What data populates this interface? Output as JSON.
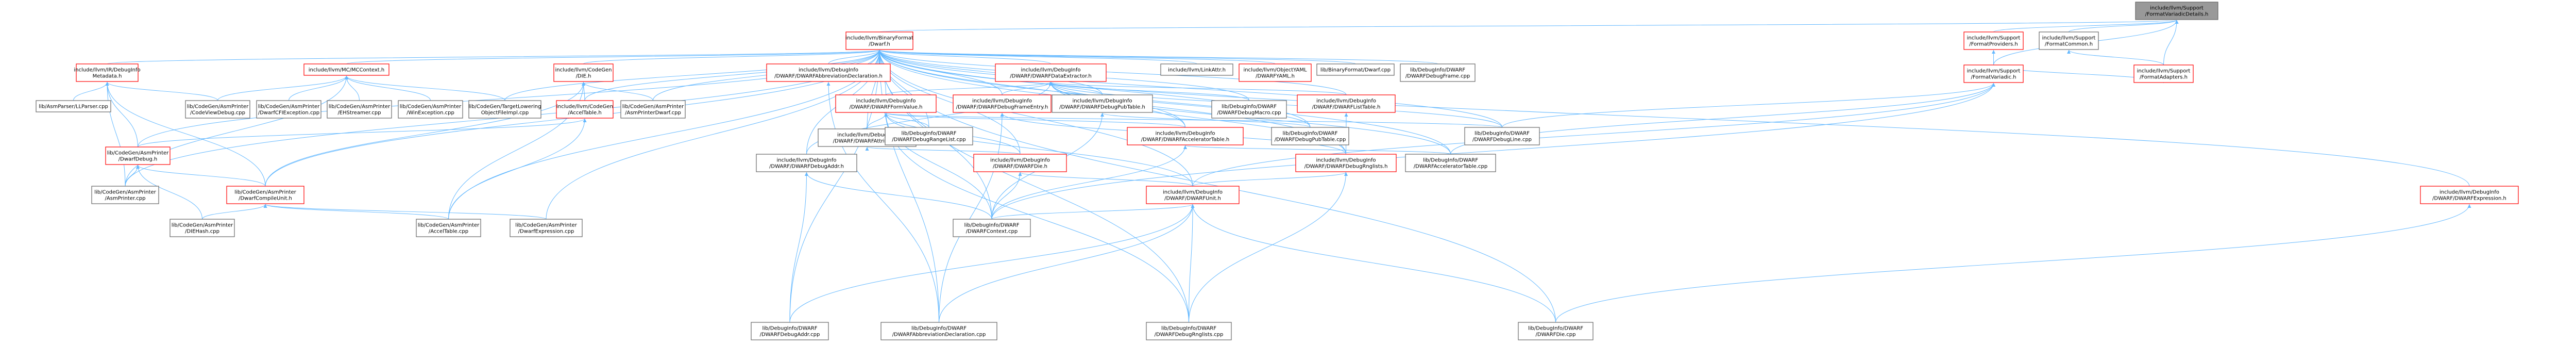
{
  "colors": {
    "root_fill": "#999999",
    "node_fill": "#ffffff",
    "header_border": "#ff0000",
    "source_border": "#666666",
    "edge_default": "#63b8ff",
    "edge_orange": "#ffa500",
    "edge_green": "#90ee90"
  },
  "nodes": [
    {
      "id": "root",
      "kind": "root",
      "lines": [
        "include/llvm/Support",
        "/FormatVariadicDetails.h"
      ]
    },
    {
      "id": "binfmt_dwarf_h",
      "kind": "header",
      "lines": [
        "include/llvm/BinaryFormat",
        "/Dwarf.h"
      ]
    },
    {
      "id": "fmt_providers",
      "kind": "header",
      "lines": [
        "include/llvm/Support",
        "/FormatProviders.h"
      ]
    },
    {
      "id": "fmt_common",
      "kind": "source",
      "lines": [
        "include/llvm/Support",
        "/FormatCommon.h"
      ]
    },
    {
      "id": "fmt_variadic",
      "kind": "header",
      "lines": [
        "include/llvm/Support",
        "/FormatVariadic.h"
      ]
    },
    {
      "id": "fmt_adapters",
      "kind": "header",
      "lines": [
        "include/llvm/Support",
        "/FormatAdapters.h"
      ]
    },
    {
      "id": "dbg_metadata",
      "kind": "header",
      "lines": [
        "include/llvm/IR/DebugInfo",
        "Metadata.h"
      ]
    },
    {
      "id": "mccontext",
      "kind": "header",
      "lines": [
        "include/llvm/MC/MCContext.h"
      ]
    },
    {
      "id": "codegen_die",
      "kind": "header",
      "lines": [
        "include/llvm/CodeGen",
        "/DIE.h"
      ]
    },
    {
      "id": "accel_table_h",
      "kind": "header",
      "lines": [
        "include/llvm/CodeGen",
        "/AccelTable.h"
      ]
    },
    {
      "id": "abbrev_decl_h",
      "kind": "header",
      "lines": [
        "include/llvm/DebugInfo",
        "/DWARF/DWARFAbbreviationDeclaration.h"
      ]
    },
    {
      "id": "data_extractor_h",
      "kind": "header",
      "lines": [
        "include/llvm/DebugInfo",
        "/DWARF/DWARFDataExtractor.h"
      ]
    },
    {
      "id": "form_value_h",
      "kind": "header",
      "lines": [
        "include/llvm/DebugInfo",
        "/DWARF/DWARFFormValue.h"
      ]
    },
    {
      "id": "dbg_frame_entry_h",
      "kind": "header",
      "lines": [
        "include/llvm/DebugInfo",
        "/DWARF/DWARFDebugFrameEntry.h"
      ]
    },
    {
      "id": "dbg_pubtable_h",
      "kind": "source",
      "lines": [
        "include/llvm/DebugInfo",
        "/DWARF/DWARFDebugPubTable.h"
      ]
    },
    {
      "id": "list_table_h",
      "kind": "header",
      "lines": [
        "include/llvm/DebugInfo",
        "/DWARF/DWARFListTable.h"
      ]
    },
    {
      "id": "accel_tbl_dwarf_h",
      "kind": "header",
      "lines": [
        "include/llvm/DebugInfo",
        "/DWARF/DWARFAcceleratorTable.h"
      ]
    },
    {
      "id": "dwarf_attribute_h",
      "kind": "source",
      "lines": [
        "include/llvm/DebugInfo",
        "/DWARF/DWARFAttribute.h"
      ]
    },
    {
      "id": "dwarf_die_h",
      "kind": "header",
      "lines": [
        "include/llvm/DebugInfo",
        "/DWARF/DWARFDie.h"
      ]
    },
    {
      "id": "dbg_rnglists_h",
      "kind": "header",
      "lines": [
        "include/llvm/DebugInfo",
        "/DWARF/DWARFDebugRnglists.h"
      ]
    },
    {
      "id": "dwarf_unit_h",
      "kind": "header",
      "lines": [
        "include/llvm/DebugInfo",
        "/DWARF/DWARFUnit.h"
      ]
    },
    {
      "id": "dbg_addr_h",
      "kind": "source",
      "lines": [
        "include/llvm/DebugInfo",
        "/DWARF/DWARFDebugAddr.h"
      ]
    },
    {
      "id": "link_attr",
      "kind": "source",
      "lines": [
        "include/llvm/LinkAttr.h"
      ]
    },
    {
      "id": "objyaml_dwarf",
      "kind": "header",
      "lines": [
        "include/llvm/ObjectYAML",
        "/DWARFYAML.h"
      ]
    },
    {
      "id": "binfmt_dwarf_cpp",
      "kind": "source",
      "lines": [
        "lib/BinaryFormat/Dwarf.cpp"
      ]
    },
    {
      "id": "dbg_frame_cpp",
      "kind": "source",
      "lines": [
        "lib/DebugInfo/DWARF",
        "/DWARFDebugFrame.cpp"
      ]
    },
    {
      "id": "dbg_expr_h",
      "kind": "header",
      "lines": [
        "include/llvm/DebugInfo",
        "/DWARF/DWARFExpression.h"
      ]
    },
    {
      "id": "asm_parser_ll",
      "kind": "source",
      "lines": [
        "lib/AsmParser/LLParser.cpp"
      ]
    },
    {
      "id": "cg_codeview",
      "kind": "source",
      "lines": [
        "lib/CodeGen/AsmPrinter",
        "/CodeViewDebug.cpp"
      ]
    },
    {
      "id": "cg_dwarfcfi",
      "kind": "source",
      "lines": [
        "lib/CodeGen/AsmPrinter",
        "/DwarfCFIException.cpp"
      ]
    },
    {
      "id": "cg_ehstreamer",
      "kind": "source",
      "lines": [
        "lib/CodeGen/AsmPrinter",
        "/EHStreamer.cpp"
      ]
    },
    {
      "id": "cg_winexc",
      "kind": "source",
      "lines": [
        "lib/CodeGen/AsmPrinter",
        "/WinException.cpp"
      ]
    },
    {
      "id": "cg_target_lowering",
      "kind": "source",
      "lines": [
        "lib/CodeGen/TargetLowering",
        "ObjectFileImpl.cpp"
      ]
    },
    {
      "id": "cg_asmprinter_dwarf",
      "kind": "source",
      "lines": [
        "lib/CodeGen/AsmPrinter",
        "/AsmPrinterDwarf.cpp"
      ]
    },
    {
      "id": "dbg_macro_cpp",
      "kind": "source",
      "lines": [
        "lib/DebugInfo/DWARF",
        "/DWARFDebugMacro.cpp"
      ]
    },
    {
      "id": "dbg_pubtable_cpp",
      "kind": "source",
      "lines": [
        "lib/DebugInfo/DWARF",
        "/DWARFDebugPubTable.cpp"
      ]
    },
    {
      "id": "dbg_line_cpp",
      "kind": "source",
      "lines": [
        "lib/DebugInfo/DWARF",
        "/DWARFDebugLine.cpp"
      ]
    },
    {
      "id": "accel_tbl_cpp",
      "kind": "source",
      "lines": [
        "lib/DebugInfo/DWARF",
        "/DWARFAcceleratorTable.cpp"
      ]
    },
    {
      "id": "dwarf_debug_h",
      "kind": "header",
      "lines": [
        "lib/CodeGen/AsmPrinter",
        "/DwarfDebug.h"
      ]
    },
    {
      "id": "dwarf_cu_h",
      "kind": "header",
      "lines": [
        "lib/CodeGen/AsmPrinter",
        "/DwarfCompileUnit.h"
      ]
    },
    {
      "id": "asmprinter_cpp",
      "kind": "source",
      "lines": [
        "lib/CodeGen/AsmPrinter",
        "/AsmPrinter.cpp"
      ]
    },
    {
      "id": "diehash_cpp",
      "kind": "source",
      "lines": [
        "lib/CodeGen/AsmPrinter",
        "/DIEHash.cpp"
      ]
    },
    {
      "id": "cg_accel_cpp",
      "kind": "source",
      "lines": [
        "lib/CodeGen/AsmPrinter",
        "/AccelTable.cpp"
      ]
    },
    {
      "id": "dwarf_expr_cpp",
      "kind": "source",
      "lines": [
        "lib/CodeGen/AsmPrinter",
        "/DwarfExpression.cpp"
      ]
    },
    {
      "id": "dbg_rangelist_cpp",
      "kind": "source",
      "lines": [
        "lib/DebugInfo/DWARF",
        "/DWARFDebugRangeList.cpp"
      ]
    },
    {
      "id": "dwarf_context_cpp",
      "kind": "source",
      "lines": [
        "lib/DebugInfo/DWARF",
        "/DWARFContext.cpp"
      ]
    },
    {
      "id": "dbg_addr_cpp",
      "kind": "source",
      "lines": [
        "lib/DebugInfo/DWARF",
        "/DWARFDebugAddr.cpp"
      ]
    },
    {
      "id": "abbrev_decl_cpp",
      "kind": "source",
      "lines": [
        "lib/DebugInfo/DWARF",
        "/DWARFAbbreviationDeclaration.cpp"
      ]
    },
    {
      "id": "dbg_rnglists_cpp",
      "kind": "source",
      "lines": [
        "lib/DebugInfo/DWARF",
        "/DWARFDebugRnglists.cpp"
      ]
    },
    {
      "id": "dwarf_die_cpp",
      "kind": "source",
      "lines": [
        "lib/DebugInfo/DWARF",
        "/DWARFDie.cpp"
      ]
    }
  ],
  "edges": [
    {
      "from": "root",
      "to": "binfmt_dwarf_h",
      "color": "default"
    },
    {
      "from": "root",
      "to": "fmt_providers",
      "color": "default"
    },
    {
      "from": "root",
      "to": "fmt_common",
      "color": "default"
    },
    {
      "from": "root",
      "to": "fmt_variadic",
      "color": "default"
    },
    {
      "from": "root",
      "to": "fmt_adapters",
      "color": "default"
    },
    {
      "from": "fmt_providers",
      "to": "fmt_variadic",
      "color": "default"
    },
    {
      "from": "fmt_common",
      "to": "fmt_adapters",
      "color": "default"
    },
    {
      "from": "fmt_adapters",
      "to": "fmt_variadic",
      "color": "default"
    },
    {
      "from": "fmt_variadic",
      "to": "dbg_line_cpp",
      "color": "default"
    },
    {
      "from": "fmt_variadic",
      "to": "accel_tbl_cpp",
      "color": "default"
    },
    {
      "from": "fmt_variadic",
      "to": "dwarf_unit_h",
      "color": "default"
    },
    {
      "from": "fmt_variadic",
      "to": "dwarf_context_cpp",
      "color": "default"
    },
    {
      "from": "binfmt_dwarf_h",
      "to": "dbg_metadata",
      "color": "default"
    },
    {
      "from": "binfmt_dwarf_h",
      "to": "mccontext",
      "color": "default"
    },
    {
      "from": "binfmt_dwarf_h",
      "to": "codegen_die",
      "color": "default"
    },
    {
      "from": "binfmt_dwarf_h",
      "to": "accel_table_h",
      "color": "default"
    },
    {
      "from": "binfmt_dwarf_h",
      "to": "abbrev_decl_h",
      "color": "default"
    },
    {
      "from": "binfmt_dwarf_h",
      "to": "data_extractor_h",
      "color": "default"
    },
    {
      "from": "binfmt_dwarf_h",
      "to": "form_value_h",
      "color": "default"
    },
    {
      "from": "binfmt_dwarf_h",
      "to": "dbg_frame_entry_h",
      "color": "default"
    },
    {
      "from": "binfmt_dwarf_h",
      "to": "dbg_pubtable_h",
      "color": "default"
    },
    {
      "from": "binfmt_dwarf_h",
      "to": "list_table_h",
      "color": "default"
    },
    {
      "from": "binfmt_dwarf_h",
      "to": "accel_tbl_dwarf_h",
      "color": "default"
    },
    {
      "from": "binfmt_dwarf_h",
      "to": "dwarf_attribute_h",
      "color": "default"
    },
    {
      "from": "binfmt_dwarf_h",
      "to": "dwarf_die_h",
      "color": "default"
    },
    {
      "from": "binfmt_dwarf_h",
      "to": "dbg_rnglists_h",
      "color": "default"
    },
    {
      "from": "binfmt_dwarf_h",
      "to": "dwarf_unit_h",
      "color": "default"
    },
    {
      "from": "binfmt_dwarf_h",
      "to": "dbg_addr_h",
      "color": "default"
    },
    {
      "from": "binfmt_dwarf_h",
      "to": "link_attr",
      "color": "default"
    },
    {
      "from": "binfmt_dwarf_h",
      "to": "objyaml_dwarf",
      "color": "default"
    },
    {
      "from": "binfmt_dwarf_h",
      "to": "binfmt_dwarf_cpp",
      "color": "default"
    },
    {
      "from": "binfmt_dwarf_h",
      "to": "dbg_frame_cpp",
      "color": "default"
    },
    {
      "from": "binfmt_dwarf_h",
      "to": "dbg_expr_h",
      "color": "default"
    },
    {
      "from": "binfmt_dwarf_h",
      "to": "cg_target_lowering",
      "color": "default"
    },
    {
      "from": "binfmt_dwarf_h",
      "to": "cg_asmprinter_dwarf",
      "color": "default"
    },
    {
      "from": "binfmt_dwarf_h",
      "to": "dwarf_debug_h",
      "color": "default"
    },
    {
      "from": "binfmt_dwarf_h",
      "to": "dwarf_cu_h",
      "color": "default"
    },
    {
      "from": "binfmt_dwarf_h",
      "to": "asmprinter_cpp",
      "color": "default"
    },
    {
      "from": "binfmt_dwarf_h",
      "to": "cg_accel_cpp",
      "color": "default"
    },
    {
      "from": "binfmt_dwarf_h",
      "to": "dwarf_expr_cpp",
      "color": "default"
    },
    {
      "from": "binfmt_dwarf_h",
      "to": "dbg_rangelist_cpp",
      "color": "default"
    },
    {
      "from": "binfmt_dwarf_h",
      "to": "dwarf_context_cpp",
      "color": "default"
    },
    {
      "from": "binfmt_dwarf_h",
      "to": "dbg_macro_cpp",
      "color": "default"
    },
    {
      "from": "binfmt_dwarf_h",
      "to": "dbg_pubtable_cpp",
      "color": "default"
    },
    {
      "from": "binfmt_dwarf_h",
      "to": "dbg_line_cpp",
      "color": "default"
    },
    {
      "from": "binfmt_dwarf_h",
      "to": "accel_tbl_cpp",
      "color": "default"
    },
    {
      "from": "binfmt_dwarf_h",
      "to": "abbrev_decl_cpp",
      "color": "default"
    },
    {
      "from": "binfmt_dwarf_h",
      "to": "dwarf_die_cpp",
      "color": "default"
    },
    {
      "from": "binfmt_dwarf_h",
      "to": "dbg_rnglists_cpp",
      "color": "default"
    },
    {
      "from": "binfmt_dwarf_h",
      "to": "dbg_addr_cpp",
      "color": "default"
    },
    {
      "from": "dbg_metadata",
      "to": "asm_parser_ll",
      "color": "default"
    },
    {
      "from": "dbg_metadata",
      "to": "cg_codeview",
      "color": "default"
    },
    {
      "from": "dbg_metadata",
      "to": "dwarf_debug_h",
      "color": "default"
    },
    {
      "from": "dbg_metadata",
      "to": "dwarf_cu_h",
      "color": "default"
    },
    {
      "from": "dbg_metadata",
      "to": "asmprinter_cpp",
      "color": "default"
    },
    {
      "from": "mccontext",
      "to": "cg_codeview",
      "color": "default"
    },
    {
      "from": "mccontext",
      "to": "cg_dwarfcfi",
      "color": "default"
    },
    {
      "from": "mccontext",
      "to": "cg_ehstreamer",
      "color": "default"
    },
    {
      "from": "mccontext",
      "to": "cg_winexc",
      "color": "default"
    },
    {
      "from": "mccontext",
      "to": "cg_target_lowering",
      "color": "default"
    },
    {
      "from": "mccontext",
      "to": "asmprinter_cpp",
      "color": "default"
    },
    {
      "from": "codegen_die",
      "to": "accel_table_h",
      "color": "default"
    },
    {
      "from": "codegen_die",
      "to": "cg_asmprinter_dwarf",
      "color": "default"
    },
    {
      "from": "codegen_die",
      "to": "dwarf_cu_h",
      "color": "default"
    },
    {
      "from": "codegen_die",
      "to": "cg_accel_cpp",
      "color": "default"
    },
    {
      "from": "accel_table_h",
      "to": "dwarf_debug_h",
      "color": "default"
    },
    {
      "from": "accel_table_h",
      "to": "cg_accel_cpp",
      "color": "default"
    },
    {
      "from": "abbrev_decl_h",
      "to": "abbrev_decl_cpp",
      "color": "default"
    },
    {
      "from": "data_extractor_h",
      "to": "form_value_h",
      "color": "default"
    },
    {
      "from": "data_extractor_h",
      "to": "dbg_frame_entry_h",
      "color": "default"
    },
    {
      "from": "data_extractor_h",
      "to": "dbg_pubtable_h",
      "color": "default"
    },
    {
      "from": "data_extractor_h",
      "to": "list_table_h",
      "color": "default"
    },
    {
      "from": "data_extractor_h",
      "to": "dbg_macro_cpp",
      "color": "default"
    },
    {
      "from": "data_extractor_h",
      "to": "dbg_pubtable_cpp",
      "color": "default"
    },
    {
      "from": "data_extractor_h",
      "to": "dbg_line_cpp",
      "color": "default"
    },
    {
      "from": "data_extractor_h",
      "to": "accel_tbl_cpp",
      "color": "default"
    },
    {
      "from": "data_extractor_h",
      "to": "dbg_rnglists_h",
      "color": "default"
    },
    {
      "from": "data_extractor_h",
      "to": "dbg_addr_h",
      "color": "default"
    },
    {
      "from": "data_extractor_h",
      "to": "accel_tbl_dwarf_h",
      "color": "default"
    },
    {
      "from": "form_value_h",
      "to": "dwarf_attribute_h",
      "color": "default"
    },
    {
      "from": "form_value_h",
      "to": "accel_tbl_dwarf_h",
      "color": "default"
    },
    {
      "from": "form_value_h",
      "to": "dwarf_die_h",
      "color": "default"
    },
    {
      "from": "form_value_h",
      "to": "dwarf_unit_h",
      "color": "default"
    },
    {
      "from": "form_value_h",
      "to": "dbg_rangelist_cpp",
      "color": "default"
    },
    {
      "from": "form_value_h",
      "to": "dwarf_context_cpp",
      "color": "default"
    },
    {
      "from": "form_value_h",
      "to": "dbg_rnglists_cpp",
      "color": "default"
    },
    {
      "from": "form_value_h",
      "to": "dbg_line_cpp",
      "color": "default"
    },
    {
      "from": "dbg_frame_entry_h",
      "to": "dbg_rnglists_h",
      "color": "default"
    },
    {
      "from": "dbg_frame_entry_h",
      "to": "abbrev_decl_cpp",
      "color": "default"
    },
    {
      "from": "dbg_pubtable_h",
      "to": "dwarf_context_cpp",
      "color": "default"
    },
    {
      "from": "dbg_pubtable_h",
      "to": "dbg_pubtable_cpp",
      "color": "default"
    },
    {
      "from": "list_table_h",
      "to": "dbg_rnglists_h",
      "color": "default"
    },
    {
      "from": "accel_tbl_dwarf_h",
      "to": "accel_tbl_cpp",
      "color": "default"
    },
    {
      "from": "accel_tbl_dwarf_h",
      "to": "dwarf_context_cpp",
      "color": "default"
    },
    {
      "from": "dwarf_attribute_h",
      "to": "dwarf_die_h",
      "color": "default"
    },
    {
      "from": "dwarf_die_h",
      "to": "dwarf_unit_h",
      "color": "default"
    },
    {
      "from": "dwarf_die_h",
      "to": "dwarf_context_cpp",
      "color": "default"
    },
    {
      "from": "dbg_rnglists_h",
      "to": "dwarf_unit_h",
      "color": "default"
    },
    {
      "from": "dbg_rnglists_h",
      "to": "dbg_rnglists_cpp",
      "color": "default"
    },
    {
      "from": "dwarf_unit_h",
      "to": "dwarf_context_cpp",
      "color": "default"
    },
    {
      "from": "dwarf_unit_h",
      "to": "dbg_addr_cpp",
      "color": "default"
    },
    {
      "from": "dwarf_unit_h",
      "to": "abbrev_decl_cpp",
      "color": "default"
    },
    {
      "from": "dwarf_unit_h",
      "to": "dbg_rnglists_cpp",
      "color": "default"
    },
    {
      "from": "dwarf_unit_h",
      "to": "dwarf_die_cpp",
      "color": "default"
    },
    {
      "from": "dbg_addr_h",
      "to": "dbg_addr_cpp",
      "color": "default"
    },
    {
      "from": "dbg_addr_h",
      "to": "dwarf_context_cpp",
      "color": "default"
    },
    {
      "from": "dbg_expr_h",
      "to": "dwarf_die_cpp",
      "color": "default"
    },
    {
      "from": "dwarf_debug_h",
      "to": "asmprinter_cpp",
      "color": "default"
    },
    {
      "from": "dwarf_debug_h",
      "to": "diehash_cpp",
      "color": "default"
    },
    {
      "from": "dwarf_debug_h",
      "to": "dwarf_cu_h",
      "color": "default"
    },
    {
      "from": "dwarf_cu_h",
      "to": "diehash_cpp",
      "color": "default"
    },
    {
      "from": "dwarf_cu_h",
      "to": "cg_accel_cpp",
      "color": "default"
    },
    {
      "from": "dwarf_cu_h",
      "to": "dwarf_expr_cpp",
      "color": "default"
    }
  ]
}
